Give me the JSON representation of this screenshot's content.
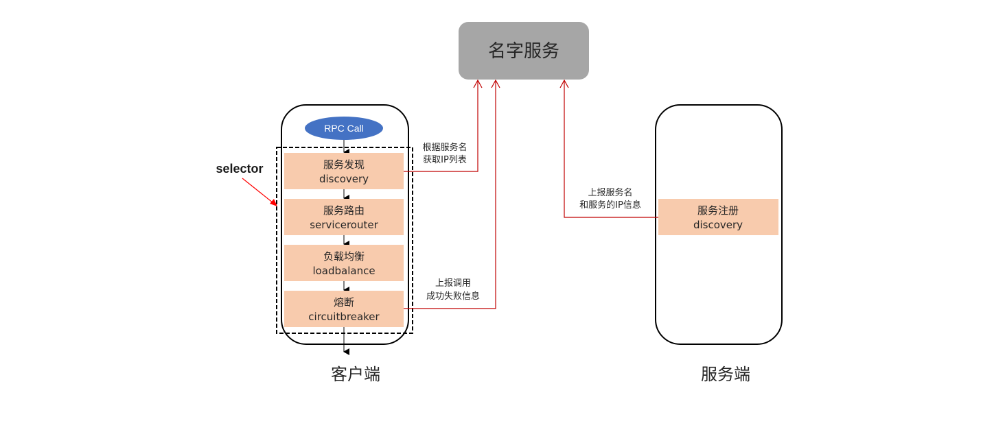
{
  "name_service": {
    "label": "名字服务",
    "fill": "#a6a6a6"
  },
  "client": {
    "title": "客户端",
    "rpc_call": {
      "label": "RPC Call",
      "fill": "#4472c4"
    },
    "selector_label": "selector",
    "steps": [
      {
        "zh": "服务发现",
        "en": "discovery"
      },
      {
        "zh": "服务路由",
        "en": "servicerouter"
      },
      {
        "zh": "负载均衡",
        "en": "loadbalance"
      },
      {
        "zh": "熔断",
        "en": "circuitbreaker"
      }
    ]
  },
  "server": {
    "title": "服务端",
    "registration": {
      "zh": "服务注册",
      "en": "discovery"
    }
  },
  "annotations": {
    "discovery_query": [
      "根据服务名",
      "获取IP列表"
    ],
    "circuit_report": [
      "上报调用",
      "成功失败信息"
    ],
    "register_report": [
      "上报服务名",
      "和服务的IP信息"
    ]
  },
  "colors": {
    "step_fill": "#f8cbad",
    "connector_red": "#c00000",
    "selector_arrow": "#ff0000",
    "stroke": "#000000"
  }
}
